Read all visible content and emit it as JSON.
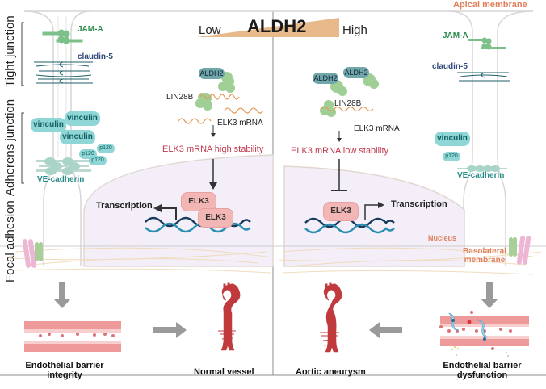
{
  "header": {
    "gradient_label": "ALDH2",
    "low_label": "Low",
    "high_label": "High",
    "apical_label": "Apical membrane",
    "basolateral_label": "Basolateral membrane",
    "nucleus_label": "Nucleus"
  },
  "side_labels": {
    "tight_junction": "Tight junction",
    "adherens_junction": "Adherens junction",
    "focal_adhesion": "Focal adhesion"
  },
  "left_cell": {
    "jam_a": "JAM-A",
    "claudin": "claudin-5",
    "vinculin": [
      "vinculin",
      "vinculin",
      "vinculin"
    ],
    "p120": [
      "p120",
      "p120",
      "p120"
    ],
    "ve_cadherin": "VE-cadherin"
  },
  "right_cell": {
    "jam_a": "JAM-A",
    "claudin": "claudin-5",
    "vinculin": [
      "vinculin"
    ],
    "p120": [
      "p120"
    ],
    "ve_cadherin": "VE-cadherin"
  },
  "low_panel": {
    "aldh2": [
      "ALDH2"
    ],
    "lin28b": "LIN28B",
    "mrna": "ELK3 mRNA",
    "stability": "ELK3 mRNA high stability",
    "elk3": [
      "ELK3",
      "ELK3"
    ],
    "transcription": "Transcription"
  },
  "high_panel": {
    "aldh2": [
      "ALDH2",
      "ALDH2"
    ],
    "lin28b": "LIN28B",
    "mrna": "ELK3 mRNA",
    "stability": "ELK3 mRNA low stability",
    "elk3": [
      "ELK3"
    ],
    "transcription": "Transcription"
  },
  "outcomes": {
    "barrier_integrity": [
      "Endothelial barrier",
      "integrity"
    ],
    "normal_vessel": "Normal vessel",
    "aortic_aneurysm": "Aortic aneurysm",
    "barrier_dysfunction": [
      "Endothelial barrier",
      "dysfunction"
    ]
  },
  "colors": {
    "aldh2_gradient": "#e8b98a",
    "aldh2_protein": "#6fa7ab",
    "lin28b_protein": "#9fcf95",
    "mrna": "#e59a55",
    "stability_text": "#c0394d",
    "elk3": "#f2b6b5",
    "nucleus_fill": "#f3eef7",
    "junction_dark": "#1f5f6b",
    "junction_green": "#2b8a4d",
    "vinculin": "#8fd6d6",
    "membrane_label": "#e0805a",
    "arrow_grey": "#9a9a9a",
    "vessel_red": "#c0393c",
    "dna_dark": "#173b5c",
    "dna_light": "#2a8fb0"
  }
}
